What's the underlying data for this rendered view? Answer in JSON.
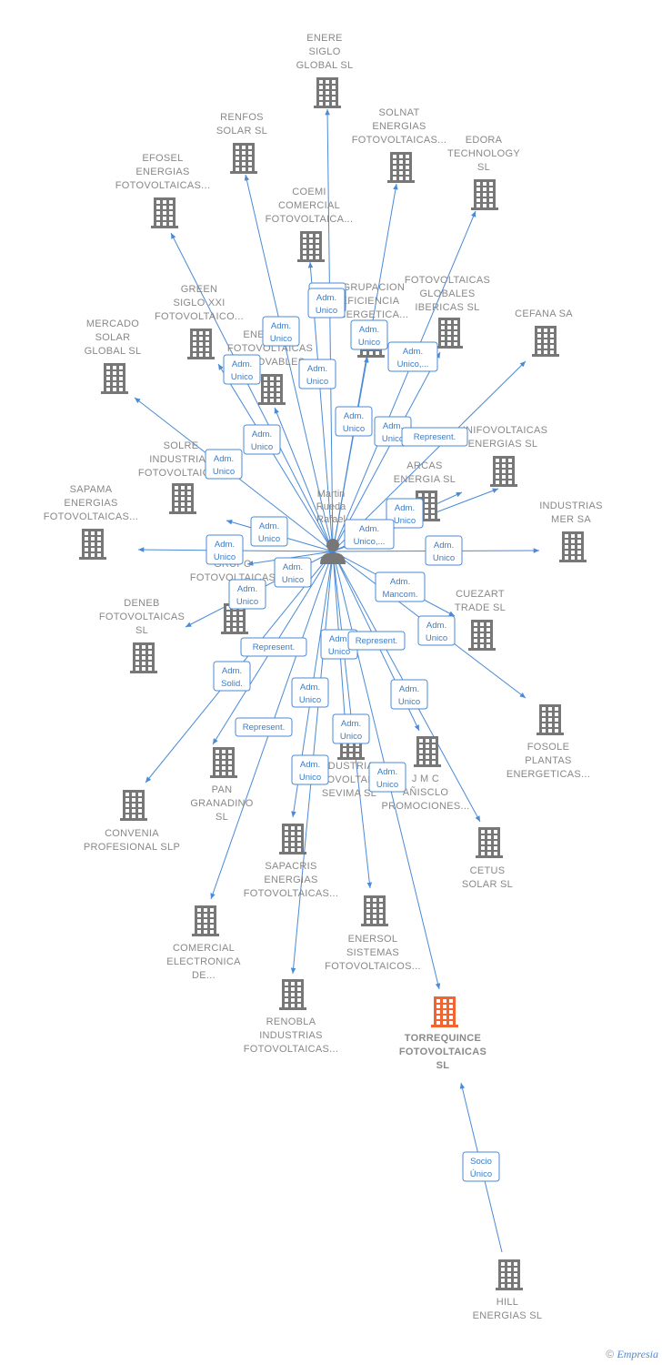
{
  "colors": {
    "edge": "#4a8ad6",
    "node": "#777777",
    "focus_node": "#f26430",
    "label": "#888888"
  },
  "person": {
    "id": "p",
    "lines": [
      "Martin",
      "Rueda",
      "Rafael"
    ]
  },
  "nodes": [
    {
      "id": "enere",
      "lines": [
        "ENERE",
        "SIGLO",
        "GLOBAL  SL"
      ]
    },
    {
      "id": "renfos",
      "lines": [
        "RENFOS",
        "SOLAR  SL"
      ]
    },
    {
      "id": "solnat",
      "lines": [
        "SOLNAT",
        "ENERGIAS",
        "FOTOVOLTAICAS..."
      ]
    },
    {
      "id": "edora",
      "lines": [
        "EDORA",
        "TECHNOLOGY",
        "SL"
      ]
    },
    {
      "id": "efosel",
      "lines": [
        "EFOSEL",
        "ENERGIAS",
        "FOTOVOLTAICAS..."
      ]
    },
    {
      "id": "coemi",
      "lines": [
        "COEMI",
        "COMERCIAL",
        "FOTOVOLTAICA..."
      ]
    },
    {
      "id": "agrupacion",
      "lines": [
        "AGRUPACION",
        "EFICIENCIA",
        "ENERGETICA..."
      ]
    },
    {
      "id": "fotoglob",
      "lines": [
        "FOTOVOLTAICAS",
        "GLOBALES",
        "IBERICAS  SL"
      ]
    },
    {
      "id": "cefana",
      "lines": [
        "CEFANA SA"
      ]
    },
    {
      "id": "green",
      "lines": [
        "GREEN",
        "SIGLO XXI",
        "FOTOVOLTAICO..."
      ]
    },
    {
      "id": "mercado",
      "lines": [
        "MERCADO",
        "SOLAR",
        "GLOBAL  SL"
      ]
    },
    {
      "id": "energias_renov",
      "lines": [
        "ENERGIAS",
        "FOTOVOLTAICAS",
        "RENOVABLES"
      ]
    },
    {
      "id": "unifoto",
      "lines": [
        "UNIFOVOLTAICAS",
        "ENERGIAS  SL"
      ]
    },
    {
      "id": "solre",
      "lines": [
        "SOLRE",
        "INDUSTRIAS",
        "FOTOVOLTAICAS"
      ]
    },
    {
      "id": "arcas",
      "lines": [
        "ARCAS",
        "ENERGIA  SL"
      ]
    },
    {
      "id": "sapama",
      "lines": [
        "SAPAMA",
        "ENERGIAS",
        "FOTOVOLTAICAS..."
      ]
    },
    {
      "id": "industrias_mer",
      "lines": [
        "INDUSTRIAS",
        "MER SA"
      ]
    },
    {
      "id": "grupo_foto",
      "lines": [
        "GRUPO",
        "FOTOVOLTAICAS"
      ]
    },
    {
      "id": "deneb",
      "lines": [
        "DENEB",
        "FOTOVOLTAICAS",
        "SL"
      ]
    },
    {
      "id": "cuezart",
      "lines": [
        "CUEZART",
        "TRADE SL"
      ]
    },
    {
      "id": "fosole",
      "lines": [
        "FOSOLE",
        "PLANTAS",
        "ENERGETICAS..."
      ]
    },
    {
      "id": "pan",
      "lines": [
        "PAN",
        "GRANADINO",
        "SL"
      ]
    },
    {
      "id": "indus_sevima",
      "lines": [
        "INDUSTRIAS",
        "FOTOVOLTAICAS",
        "SEVIMA  SL"
      ]
    },
    {
      "id": "jmc",
      "lines": [
        "J M C",
        "AÑISCLO",
        "PROMOCIONES..."
      ]
    },
    {
      "id": "convenia",
      "lines": [
        "CONVENIA",
        "PROFESIONAL SLP"
      ]
    },
    {
      "id": "cetus",
      "lines": [
        "CETUS",
        "SOLAR SL"
      ]
    },
    {
      "id": "sapacris",
      "lines": [
        "SAPACRIS",
        "ENERGIAS",
        "FOTOVOLTAICAS..."
      ]
    },
    {
      "id": "comercial",
      "lines": [
        "COMERCIAL",
        "ELECTRONICA",
        "DE..."
      ]
    },
    {
      "id": "enersol",
      "lines": [
        "ENERSOL",
        "SISTEMAS",
        "FOTOVOLTAICOS..."
      ]
    },
    {
      "id": "renobla",
      "lines": [
        "RENOBLA",
        "INDUSTRIAS",
        "FOTOVOLTAICAS..."
      ]
    },
    {
      "id": "torrequince",
      "lines": [
        "TORREQUINCE",
        "FOTOVOLTAICAS",
        "SL"
      ],
      "focus": true
    },
    {
      "id": "hill",
      "lines": [
        "HILL",
        "ENERGIAS  SL"
      ]
    }
  ],
  "edges": [
    {
      "to": "enere",
      "label": [
        "Adm.",
        "Unico"
      ]
    },
    {
      "to": "renfos",
      "label": [
        "Adm.",
        "Unico"
      ]
    },
    {
      "to": "solnat",
      "label": [
        "Adm.",
        "Unico"
      ]
    },
    {
      "to": "edora",
      "label": [
        "Adm.",
        "Unico,..."
      ]
    },
    {
      "to": "efosel",
      "label": [
        "Adm.",
        "Unico"
      ]
    },
    {
      "to": "coemi",
      "label": [
        "Adm.",
        "Unico"
      ]
    },
    {
      "to": "agrupacion",
      "label": [
        "Adm.",
        "Unico"
      ]
    },
    {
      "to": "fotoglob",
      "label": [
        "Adm.",
        "Unico"
      ]
    },
    {
      "to": "cefana",
      "label": [
        "Represent."
      ]
    },
    {
      "to": "green",
      "label": [
        "Adm.",
        "Unico"
      ]
    },
    {
      "to": "mercado",
      "label": [
        "Adm.",
        "Unico"
      ]
    },
    {
      "to": "energias_renov",
      "label": [
        "Adm.",
        "Unico"
      ]
    },
    {
      "to": "arcas",
      "label": [
        "Adm.",
        "Unico"
      ]
    },
    {
      "to": "unifoto",
      "label": [
        "Adm.",
        "Unico,..."
      ]
    },
    {
      "to": "solre",
      "label": [
        "Adm.",
        "Unico"
      ]
    },
    {
      "to": "sapama",
      "label": [
        "Adm.",
        "Unico"
      ]
    },
    {
      "to": "industrias_mer",
      "label": [
        "Adm.",
        "Unico"
      ]
    },
    {
      "to": "grupo_foto",
      "label": [
        "Adm.",
        "Unico"
      ]
    },
    {
      "to": "deneb",
      "label": [
        "Adm.",
        "Unico"
      ]
    },
    {
      "to": "cuezart",
      "label": [
        "Adm.",
        "Mancom."
      ]
    },
    {
      "to": "fosole",
      "label": [
        "Adm.",
        "Unico"
      ]
    },
    {
      "to": "convenia",
      "label": [
        "Adm.",
        "Solid."
      ]
    },
    {
      "to": "pan",
      "label": [
        "Represent."
      ]
    },
    {
      "to": "indus_sevima",
      "label": [
        "Adm.",
        "Unico"
      ]
    },
    {
      "to": "jmc",
      "label": [
        "Adm.",
        "Unico"
      ]
    },
    {
      "to": "cetus",
      "label": [
        "Represent."
      ]
    },
    {
      "to": "sapacris",
      "label": [
        "Adm.",
        "Unico"
      ]
    },
    {
      "to": "comercial",
      "label": [
        "Represent."
      ]
    },
    {
      "to": "enersol",
      "label": [
        "Adm.",
        "Unico"
      ]
    },
    {
      "to": "renobla",
      "label": [
        "Adm.",
        "Unico"
      ]
    },
    {
      "to": "torrequince",
      "label": [
        "Adm.",
        "Unico"
      ]
    },
    {
      "from": "hill",
      "to": "torrequince",
      "label": [
        "Socio",
        "Único"
      ]
    }
  ],
  "footer": {
    "copyright": "©",
    "brand": "Empresia"
  }
}
